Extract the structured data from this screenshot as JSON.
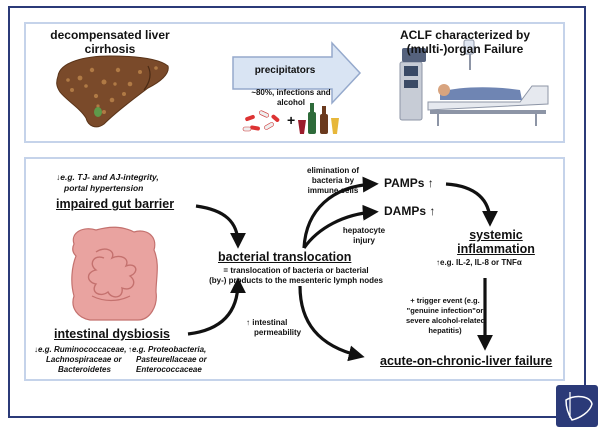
{
  "top": {
    "liver_title_1": "decompensated liver",
    "liver_title_2": "cirrhosis",
    "precipitators": "precipitators",
    "infections_1": "~80%, infections and",
    "infections_2": "alcohol",
    "plus": "+",
    "aclf_title_1": "ACLF characterized by",
    "aclf_title_2": "(multi-)organ Failure"
  },
  "bottom": {
    "tj_line_1": "↓e.g. TJ- and AJ-integrity,",
    "tj_line_2": "portal hypertension",
    "gut_barrier": "impaired gut barrier",
    "elimination_1": "elimination of",
    "elimination_2": "bacteria by",
    "elimination_3": "immune cells",
    "pamps": "PAMPs ↑",
    "damps": "DAMPs ↑",
    "hepatocyte_1": "hepatocyte",
    "hepatocyte_2": "injury",
    "bacterial_translocation": "bacterial translocation",
    "translocation_def_1": "= translocation of bacteria or bacterial",
    "translocation_def_2": "(by-) products to the mesenteric lymph nodes",
    "systemic_1": "systemic",
    "systemic_2": "inflammation",
    "cytokines": "↑e.g. IL-2, IL-8 or TNFα",
    "trigger_1": "+ trigger event (e.g.",
    "trigger_2": "\"genuine infection\"or",
    "trigger_3": "severe alcohol-related",
    "trigger_4": "hepatitis)",
    "permeability_1": "↑ intestinal",
    "permeability_2": "permeability",
    "dysbiosis": "intestinal dysbiosis",
    "down_bacteria_1": "↓e.g. Ruminococcaceae,",
    "down_bacteria_2": "Lachnospiraceae or",
    "down_bacteria_3": "Bacteroidetes",
    "up_bacteria_1": "↑e.g. Proteobacteria,",
    "up_bacteria_2": "Pasteurellaceae or",
    "up_bacteria_3": "Enterococcaceae",
    "aclf_outcome": "acute-on-chronic-liver failure"
  },
  "colors": {
    "frame": "#2b3a78",
    "panel_border": "#c5d3ea",
    "arrow_fill": "#d9e4f3",
    "liver": "#7a4a2a",
    "intestine": "#e9a3a0"
  }
}
